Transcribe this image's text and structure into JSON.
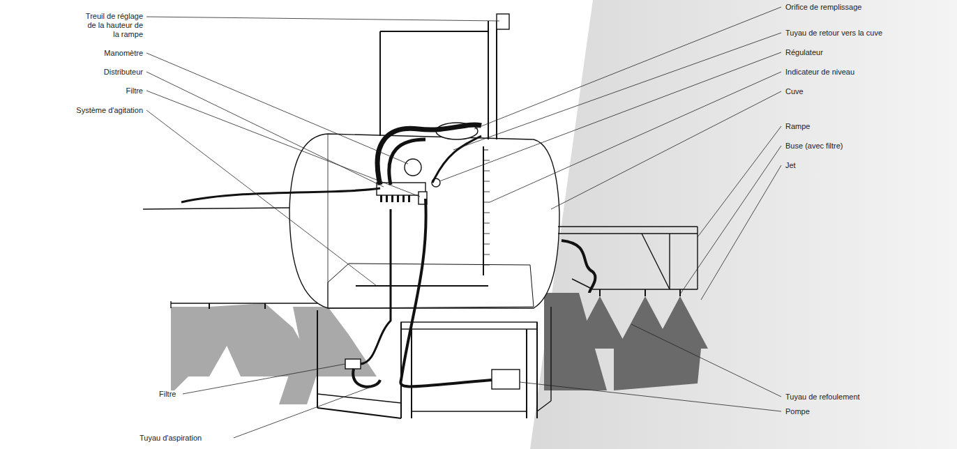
{
  "diagram": {
    "labels": [
      "Treuil de réglage de la hauteur de la rampe",
      "Manomètre",
      "Distributeur",
      "Filtre",
      "Système d'agitation",
      "Filtre",
      "Tuyau d'aspiration",
      "Orifice de remplissage",
      "Tuyau de retour vers la cuve",
      "Régulateur",
      "Indicateur de niveau",
      "Cuve",
      "Rampe",
      "Buse (avec filtre)",
      "Jet",
      "Tuyau de refoulement",
      "Pompe"
    ]
  }
}
